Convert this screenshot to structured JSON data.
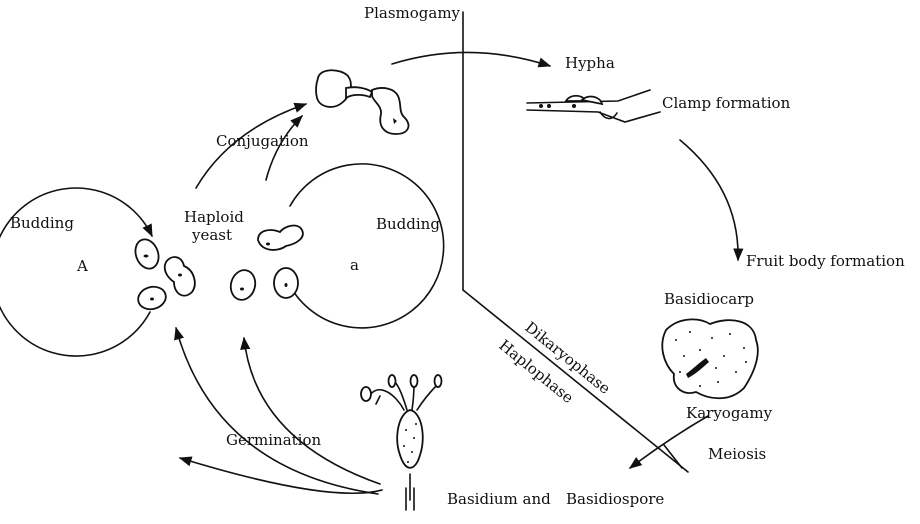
{
  "labels": {
    "plasmogamy": "Plasmogamy",
    "hypha": "Hypha",
    "clamp_formation": "Clamp formation",
    "conjugation": "Conjugation",
    "budding_left": "Budding",
    "budding_right": "Budding",
    "haploid": "Haploid",
    "yeast": "yeast",
    "mating_type_A": "A",
    "mating_type_a": "a",
    "fruit_body_formation": "Fruit body formation",
    "basidiocarp": "Basidiocarp",
    "dikaryophase": "Dikaryophase",
    "haplophase": "Haplophase",
    "karyogamy": "Karyogamy",
    "meiosis": "Meiosis",
    "germination": "Germination",
    "basidium_and": "Basidium and",
    "basidiospore": "Basidiospore"
  },
  "colors": {
    "ink": "#111111",
    "paper": "#ffffff"
  }
}
